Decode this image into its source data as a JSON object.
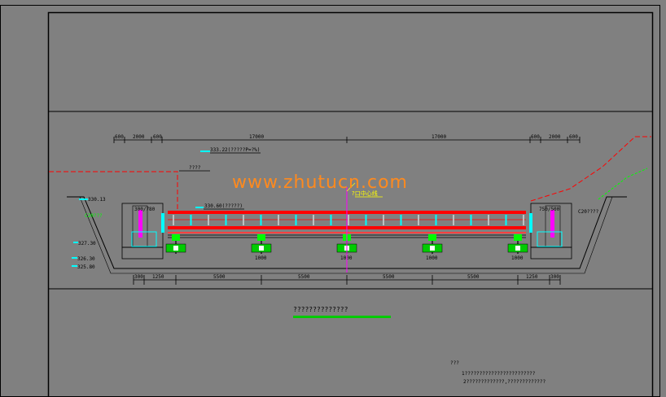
{
  "dimensions": {
    "top": [
      "600",
      "2000",
      "600",
      "17000",
      "17000",
      "600",
      "2000",
      "600"
    ],
    "bottom": [
      "300",
      "1250",
      "5500",
      "5500",
      "5500",
      "5500",
      "1250",
      "300"
    ],
    "pier_widths": [
      "1000",
      "1000",
      "1000",
      "1000"
    ]
  },
  "elevations": {
    "top": "333.22(?????P=?%)",
    "left_top": "330.13",
    "deck": "330.60(?????)",
    "left_1": "327.30",
    "left_2": "326.30",
    "left_3": "325.80",
    "left_box": "300/780",
    "right_box": "750/500"
  },
  "labels": {
    "left_callout": "????",
    "centerline": "?口中心线",
    "left_slope": "C20???",
    "right_slope": "C20????"
  },
  "watermark": "www.zhutucn.com",
  "drawing_title": "??????????????",
  "notes": {
    "heading": "???",
    "line1": "1????????????????????????",
    "line2": "2?????????????,?????????????"
  },
  "colors": {
    "background": "#808080",
    "linework": "#000000",
    "deck": "#ff0000",
    "pier": "#00ff00",
    "centerline": "#ff00ff",
    "elevation_marker": "#00ffff",
    "terrain": "#ff0000",
    "title_underline": "#00cc00",
    "watermark": "#ff8a1e"
  }
}
